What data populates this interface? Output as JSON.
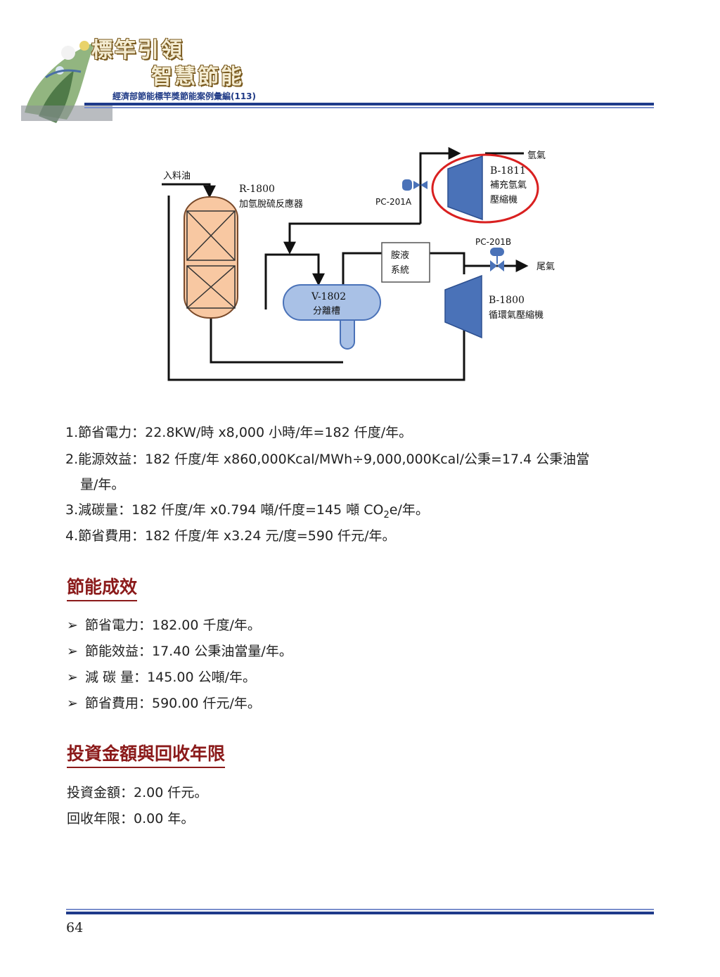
{
  "header": {
    "title_line1": "標竿引領",
    "title_line2": "智慧節能",
    "subtitle": "經濟部節能標竿獎節能案例彙編(113)"
  },
  "diagram": {
    "feed_oil": "入料油",
    "reactor_id": "R-1800",
    "reactor_name": "加氫脫硫反應器",
    "hydrogen": "氫氣",
    "b1811_id": "B-1811",
    "b1811_name1": "補充氫氣",
    "b1811_name2": "壓縮機",
    "pc201a": "PC-201A",
    "pc201b": "PC-201B",
    "amine1": "胺液",
    "amine2": "系統",
    "tail_gas": "尾氣",
    "v1802_id": "V-1802",
    "v1802_name": "分離槽",
    "b1800_id": "B-1800",
    "b1800_name": "循環氣壓縮機"
  },
  "calc": {
    "line1": "1.節省電力：22.8KW/時  x8,000 小時/年=182 仟度/年。",
    "line2a": "2.能源效益：182 仟度/年  x860,000Kcal/MWh÷9,000,000Kcal/公秉=17.4  公秉油當",
    "line2b": "量/年。",
    "line3_pre": "3.減碳量：182 仟度/年  x0.794 噸/仟度=145 噸  CO",
    "line3_sub": "2",
    "line3_post": "e/年。",
    "line4": "4.節省費用：182 仟度/年  x3.24 元/度=590 仟元/年。"
  },
  "results": {
    "heading": "節能成效",
    "bullet": "➢",
    "items": [
      "節省電力：182.00 千度/年。",
      "節能效益：17.40 公秉油當量/年。",
      "減  碳  量：145.00 公噸/年。",
      "節省費用：590.00 仟元/年。"
    ]
  },
  "investment": {
    "heading": "投資金額與回收年限",
    "amount": "投資金額：2.00 仟元。",
    "payback": "回收年限：0.00 年。"
  },
  "footer": {
    "page_number": "64"
  },
  "colors": {
    "navy": "#1e3a8a",
    "heading_red": "#8b1a1a",
    "reactor_fill": "#f8c8a2",
    "equipment_blue": "#4a72b8",
    "highlight_red": "#d92020"
  }
}
